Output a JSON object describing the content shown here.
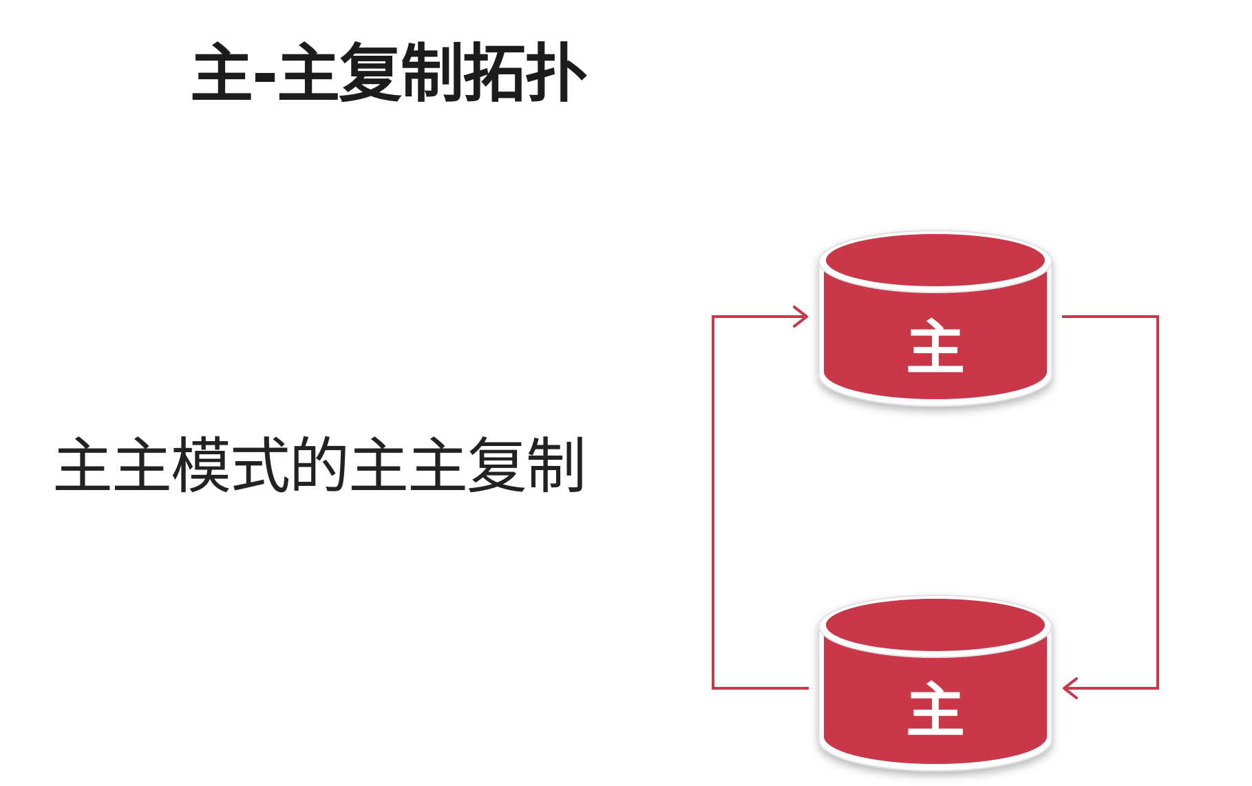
{
  "title": "主-主复制拓扑",
  "subtitle": "主主模式的主主复制",
  "colors": {
    "accent": "#c8384a",
    "text": "#1c1c1c",
    "background": "#ffffff"
  },
  "diagram": {
    "nodes": [
      {
        "id": "top",
        "label": "主",
        "shape": "database-cylinder"
      },
      {
        "id": "bottom",
        "label": "主",
        "shape": "database-cylinder"
      }
    ],
    "edges": [
      {
        "from": "top",
        "to": "bottom",
        "side": "right"
      },
      {
        "from": "bottom",
        "to": "top",
        "side": "left"
      }
    ]
  }
}
